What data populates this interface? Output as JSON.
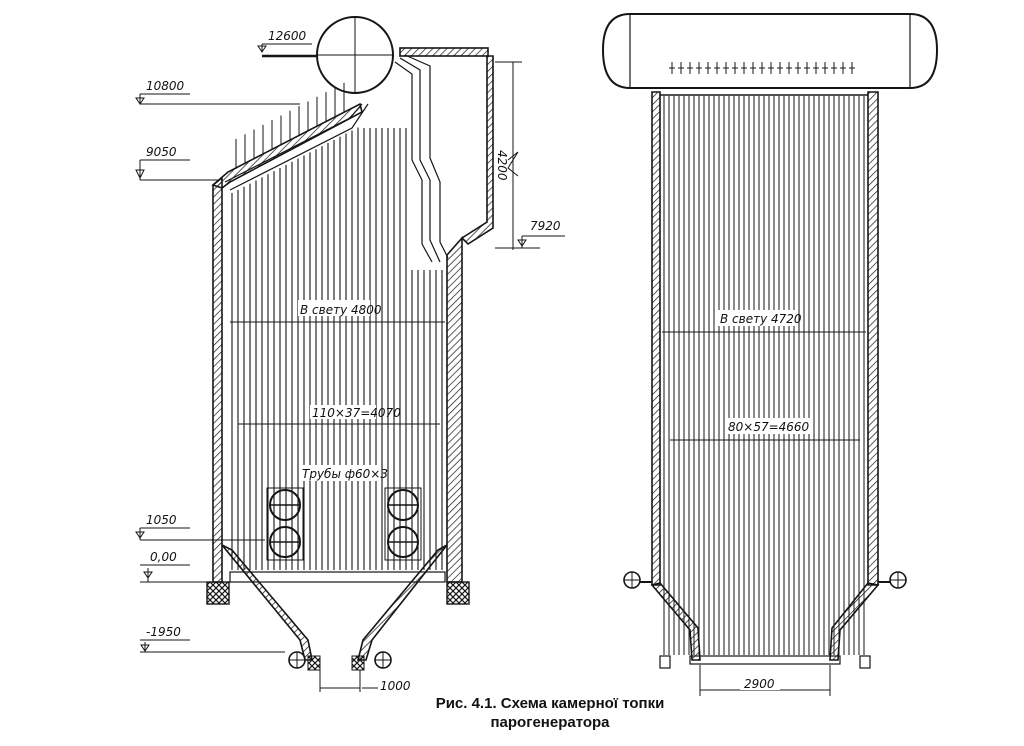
{
  "figure": {
    "caption_line1": "Рис. 4.1. Схема камерної топки",
    "caption_line2": "парогенератора"
  },
  "left_view": {
    "elevations": {
      "top": "12600",
      "upper": "10800",
      "middle": "9050",
      "outlet": "7920",
      "burners": "1050",
      "zero": "0,00",
      "bottom": "-1950"
    },
    "height_dim": "4200",
    "clear_width": "В свету 4800",
    "tube_pitch": "110×37=4070",
    "tubes": "Трубы ф60×3",
    "throat_width": "1000"
  },
  "right_view": {
    "clear_width": "В свету 4720",
    "tube_pitch": "80×57=4660",
    "throat_width": "2900"
  },
  "colors": {
    "ink": "#151515",
    "paper": "#ffffff"
  }
}
